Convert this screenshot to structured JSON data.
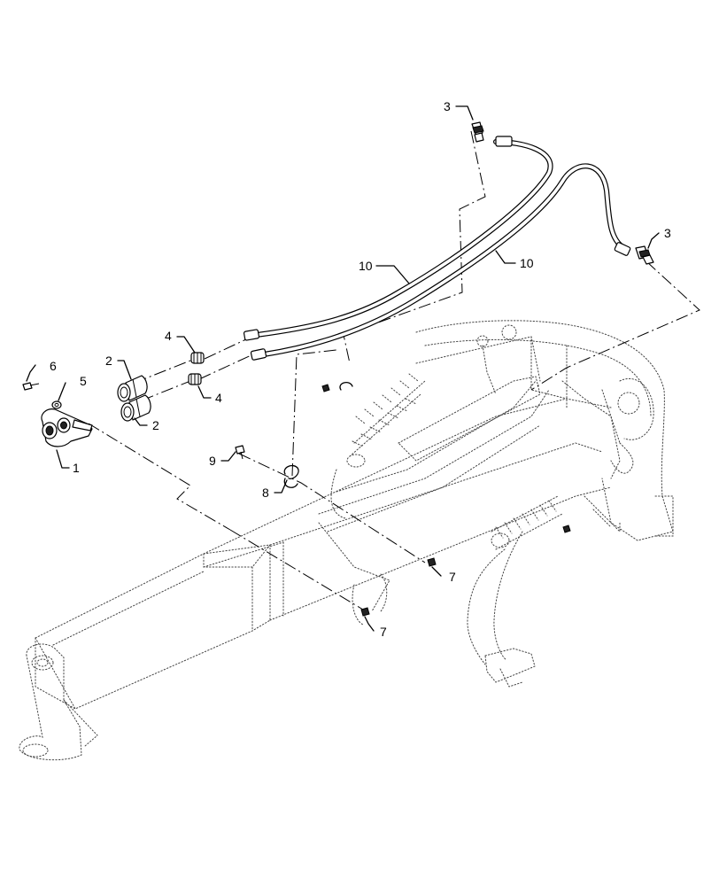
{
  "callouts": [
    {
      "key": "c1",
      "label": "1"
    },
    {
      "key": "c2a",
      "label": "2"
    },
    {
      "key": "c2b",
      "label": "2"
    },
    {
      "key": "c3a",
      "label": "3"
    },
    {
      "key": "c3b",
      "label": "3"
    },
    {
      "key": "c4a",
      "label": "4"
    },
    {
      "key": "c4b",
      "label": "4"
    },
    {
      "key": "c5",
      "label": "5"
    },
    {
      "key": "c6",
      "label": "6"
    },
    {
      "key": "c7a",
      "label": "7"
    },
    {
      "key": "c7b",
      "label": "7"
    },
    {
      "key": "c8",
      "label": "8"
    },
    {
      "key": "c9",
      "label": "9"
    },
    {
      "key": "c10a",
      "label": "10"
    },
    {
      "key": "c10b",
      "label": "10"
    }
  ]
}
